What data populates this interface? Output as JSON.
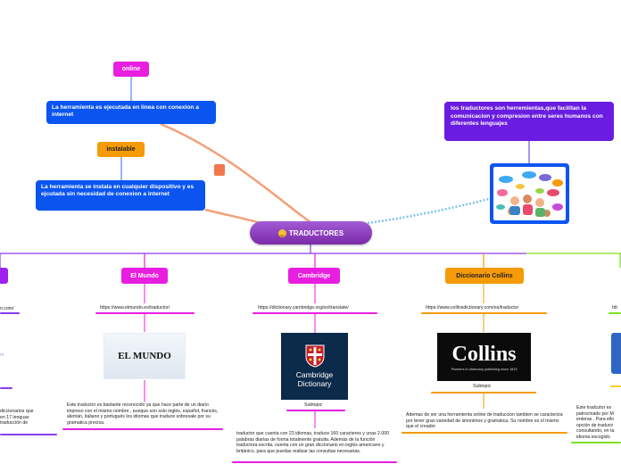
{
  "central": {
    "title": "TRADUCTORES"
  },
  "top_left": {
    "online_tag": "online",
    "online_text": "La herramienta es ejecutada en linea con conexion a internet",
    "installable_tag": "instalable",
    "installable_text": "La herramienta se instala en cualquier dispositivo y es ejcutada sin necesidad de conexion a internet"
  },
  "top_right": {
    "definition": "los traductores son herremientas,que facilitan la comunicacion y compresion entre seres humanos con diferentes lenguajes",
    "image_icon": "people-speech-bubbles-icon"
  },
  "branches": {
    "left_partial": {
      "url": "n.com/",
      "link_fragment": "m",
      "desc": "diccionarios  que\nen 17 lenguas\ntraducción de"
    },
    "elmundo": {
      "label": "El Mundo",
      "url": "https://www.elmundo.es/traductor/",
      "logo_text": "EL MUNDO",
      "desc": "Este traductor es bastante reconocido ya que hace parte de un diario impreso  con el mismo nombre , aunque son solo inglés, español, francés, alemán, italiano y portugués los idiomas que traduce sobresale por su gramatica precisa."
    },
    "cambridge": {
      "label": "Cambridge",
      "url": "https://dictionary.cambridge.org/es/translate/",
      "logo_line1": "Cambridge",
      "logo_line2": "Dictionary",
      "subtopic": "Subtopic",
      "desc": "traductor que cuenta con  23 idiomas, traduce 160 caracteres y unas 2.000 palabras diarias de forma totalmente gratuita. Además de la función traductora escrita, cuenta con un gran diccionario en inglés americano y británico, para que puedas realizar las consultas necesarias."
    },
    "collins": {
      "label": "Diccionario Collins",
      "url": "https://www.collinsdictionary.com/es/traductor",
      "logo_text": "Collins",
      "logo_sub": "Pioneers in dictionary publishing since 1819",
      "subtopic": "Subtopic",
      "desc": "Ademas de ser una herramienta online de traduccion tambien se caracteriza por  tener gran variedad de  sinonimos y gramatica. Su nombre es el mismo que el creador"
    },
    "right_partial": {
      "url": "htt",
      "desc": "Este tradcutor  es\npatrocinado por M\nenteras . Para ello\nopción de traducir\nconsultando, en ta\nidioma escogido."
    }
  },
  "colors": {
    "online_tag": "#e81ee0",
    "installable_tag": "#f59a08",
    "blue_box": "#0a55f0",
    "purple_box": "#6a1de0",
    "elmundo": "#e81ee0",
    "cambridge": "#e81ee0",
    "collins": "#f59a08",
    "connector": "#f2a07a",
    "dotted": "#7ec3e8",
    "branch_line": "#8a3cf0",
    "branch_green": "#7be01e"
  }
}
